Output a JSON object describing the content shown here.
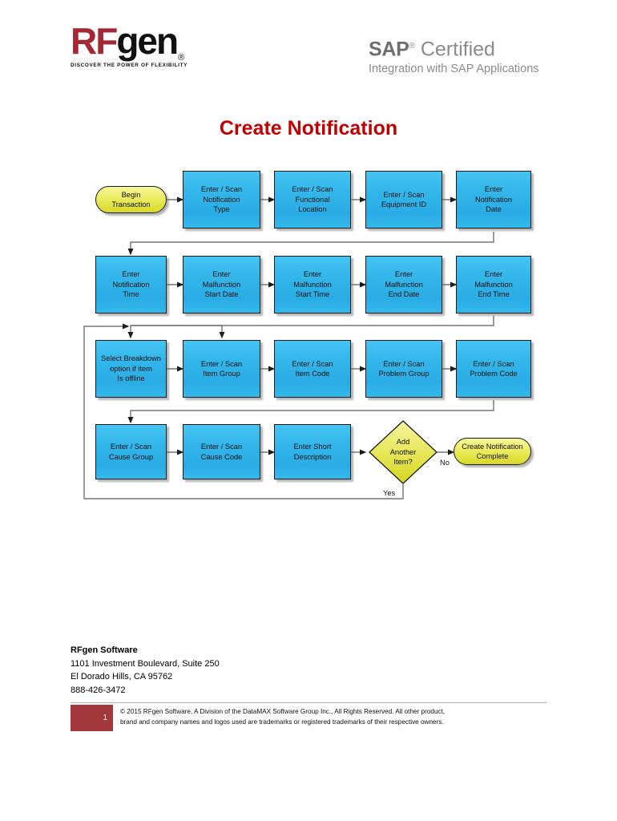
{
  "header": {
    "logo": {
      "part_red": "RF",
      "part_black": "gen",
      "registered": "®",
      "tagline": "DISCOVER THE POWER OF FLEXIBILITY",
      "color_red": "#A32833",
      "color_black": "#111111"
    },
    "sap_badge": {
      "brand": "SAP",
      "registered": "®",
      "certified": "Certified",
      "subtitle": "Integration with SAP Applications",
      "color": "#8b8b8b"
    }
  },
  "document": {
    "title": "Create Notification",
    "title_color": "#C00000"
  },
  "flowchart": {
    "type": "flowchart",
    "palette": {
      "process_fill": "#33b6ea",
      "terminal_fill": "#ecec62",
      "decision_fill": "#e6e652",
      "border": "#1a1a1a",
      "connector": "#3a3a3a"
    },
    "nodes": [
      {
        "id": "begin",
        "shape": "terminal",
        "label": "Begin\nTransaction",
        "row": 1
      },
      {
        "id": "notif-type",
        "shape": "process",
        "label": "Enter / Scan\nNotification\nType",
        "row": 1
      },
      {
        "id": "func-location",
        "shape": "process",
        "label": "Enter / Scan\nFunctional\nLocation",
        "row": 1
      },
      {
        "id": "equipment-id",
        "shape": "process",
        "label": "Enter / Scan\nEquipment ID",
        "row": 1
      },
      {
        "id": "notif-date",
        "shape": "process",
        "label": "Enter\nNotification\nDate",
        "row": 1
      },
      {
        "id": "notif-time",
        "shape": "process",
        "label": "Enter\nNotification\nTime",
        "row": 2
      },
      {
        "id": "malf-start-date",
        "shape": "process",
        "label": "Enter\nMalfunction\nStart Date",
        "row": 2
      },
      {
        "id": "malf-start-time",
        "shape": "process",
        "label": "Enter\nMalfunction\nStart Time",
        "row": 2
      },
      {
        "id": "malf-end-date",
        "shape": "process",
        "label": "Enter\nMalfunction\nEnd Date",
        "row": 2
      },
      {
        "id": "malf-end-time",
        "shape": "process",
        "label": "Enter\nMalfunction\nEnd Time",
        "row": 2
      },
      {
        "id": "breakdown",
        "shape": "process",
        "label": "Select Breakdown\noption if item\nIs offline",
        "row": 3
      },
      {
        "id": "item-group",
        "shape": "process",
        "label": "Enter / Scan\nItem Group",
        "row": 3
      },
      {
        "id": "item-code",
        "shape": "process",
        "label": "Enter / Scan\nItem Code",
        "row": 3
      },
      {
        "id": "problem-group",
        "shape": "process",
        "label": "Enter / Scan\nProblem Group",
        "row": 3
      },
      {
        "id": "problem-code",
        "shape": "process",
        "label": "Enter / Scan\nProblem Code",
        "row": 3
      },
      {
        "id": "cause-group",
        "shape": "process",
        "label": "Enter / Scan\nCause Group",
        "row": 4
      },
      {
        "id": "cause-code",
        "shape": "process",
        "label": "Enter / Scan\nCause Code",
        "row": 4
      },
      {
        "id": "short-desc",
        "shape": "process",
        "label": "Enter Short\nDescription",
        "row": 4
      },
      {
        "id": "add-another",
        "shape": "decision",
        "label": "Add\nAnother\nItem?",
        "row": 4
      },
      {
        "id": "complete",
        "shape": "terminal",
        "label": "Create Notification\nComplete",
        "row": 4
      }
    ],
    "edge_labels": {
      "no": "No",
      "yes": "Yes"
    }
  },
  "footer": {
    "company": "RFgen Software",
    "address1": "1101 Investment Boulevard, Suite 250",
    "address2": "El Dorado Hills, CA 95762",
    "phone": "888-426-3472",
    "page_number": "1",
    "copyright_line1": "© 2015 RFgen Software, A Division of the DataMAX Software Group Inc., All Rights Reserved.  All other product,",
    "copyright_line2": "brand and company names and logos used are trademarks or registered trademarks of their respective owners.",
    "page_box_color": "#A3383C"
  }
}
